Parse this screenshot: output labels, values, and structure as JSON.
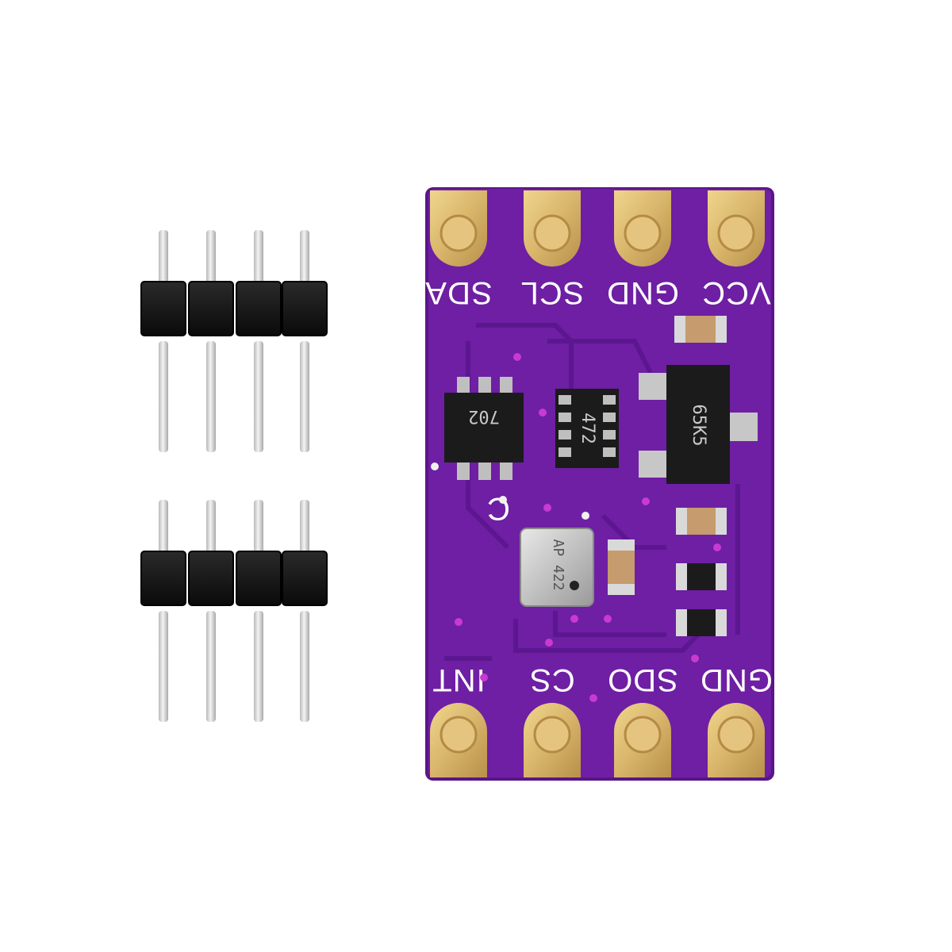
{
  "colors": {
    "background": "#ffffff",
    "pcb": "#6e1fa3",
    "pcb_edge": "#5a1588",
    "pad_gold": "#d8b56a",
    "header_plastic": "#141414",
    "pin_metal": "#d9d9d9"
  },
  "top_pins": [
    "SDA",
    "SCL",
    "GND",
    "VCC"
  ],
  "bottom_pins": [
    "INT",
    "CS",
    "SDO",
    "GND"
  ],
  "chips": {
    "sot23_6": "702",
    "msop8": "472",
    "sot223": "65K5",
    "sensor": "AP 422"
  },
  "board_mark": "C",
  "headers": {
    "count": 2,
    "pins_per_header": 4
  }
}
